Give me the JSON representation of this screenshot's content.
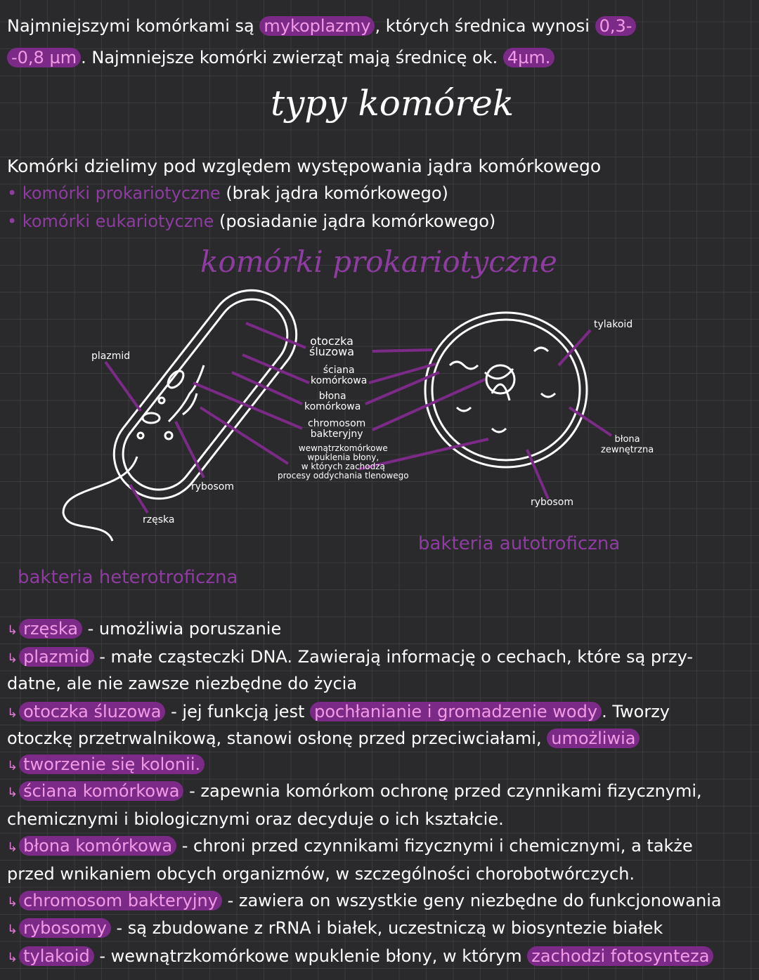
{
  "intro": [
    [
      {
        "t": "Najmniejszymi komórkami są "
      },
      {
        "t": "mykoplazmy",
        "c": "hl"
      },
      {
        "t": ", których średnica wynosi "
      },
      {
        "t": "0,3-",
        "c": "hl"
      }
    ],
    [
      {
        "t": "-0,8 µm",
        "c": "hl"
      },
      {
        "t": ". Najmniejsze komórki zwierząt mają średnicę ok. "
      },
      {
        "t": "4µm.",
        "c": "hl"
      }
    ]
  ],
  "title": "typy komórek",
  "division": {
    "sentence": "Komórki dzielimy pod względem występowania jądra komórkowego",
    "bullets": [
      [
        {
          "t": "• komórki prokariotyczne",
          "c": "pu"
        },
        {
          "t": " (brak jądra komórkowego)"
        }
      ],
      [
        {
          "t": "• komórki eukariotyczne",
          "c": "pu"
        },
        {
          "t": " (posiadanie jądra komórkowego)"
        }
      ]
    ]
  },
  "section_title": "komórki prokariotyczne",
  "diagram": {
    "labels": {
      "plazmid": "plazmid",
      "otoczka": "otoczka\nśluzowa",
      "sciana": "ściana\nkomórkowa",
      "blona": "błona\nkomórkowa",
      "chromosom": "chromosom\nbakteryjny",
      "wpuklenia": "wewnątrzkomórkowe\nwpuklenia błony,\nw których zachodzą\nprocesy oddychania tlenowego",
      "rybosom_left": "rybosom",
      "rzeska": "rzęska",
      "tylakoid": "tylakoid",
      "blona_zew": "błona\nzewnętrzna",
      "rybosom_right": "rybosom"
    },
    "caption_left": "bakteria heterotroficzna",
    "caption_right": "bakteria autotroficzna",
    "line_color": "#7b2a87"
  },
  "notes": [
    [
      {
        "t": "rzęska",
        "c": "hl"
      },
      {
        "t": " - umożliwia poruszanie"
      }
    ],
    [
      {
        "t": "plazmid",
        "c": "hl"
      },
      {
        "t": " - małe cząsteczki DNA. Zawierają informację o cechach, które są przy-"
      }
    ],
    [
      {
        "t": "datne, ale nie zawsze niezbędne do życia"
      }
    ],
    [
      {
        "t": "otoczka śluzowa",
        "c": "hl"
      },
      {
        "t": " - jej funkcją jest "
      },
      {
        "t": "pochłanianie i gromadzenie wody",
        "c": "hl"
      },
      {
        "t": ". Tworzy"
      }
    ],
    [
      {
        "t": "otoczkę przetrwalnikową, stanowi osłonę przed przeciwciałami, "
      },
      {
        "t": "umożliwia",
        "c": "hl"
      }
    ],
    [
      {
        "t": "tworzenie się kolonii.",
        "c": "hl"
      }
    ],
    [
      {
        "t": "ściana komórkowa",
        "c": "hl"
      },
      {
        "t": " - zapewnia komórkom ochronę przed czynnikami fizycznymi,"
      }
    ],
    [
      {
        "t": "chemicznymi i biologicznymi oraz decyduje o ich kształcie."
      }
    ],
    [
      {
        "t": "błona komórkowa",
        "c": "hl"
      },
      {
        "t": " - chroni przed czynnikami fizycznymi i chemicznymi, a także"
      }
    ],
    [
      {
        "t": "przed wnikaniem obcych organizmów, w szczególności chorobotwórczych."
      }
    ],
    [
      {
        "t": "chromosom bakteryjny",
        "c": "hl"
      },
      {
        "t": " - zawiera on wszystkie geny niezbędne do funkcjonowania"
      }
    ],
    [
      {
        "t": "rybosomy",
        "c": "hl"
      },
      {
        "t": " - są zbudowane z rRNA i białek, uczestniczą w biosyntezie białek"
      }
    ],
    [
      {
        "t": "tylakoid",
        "c": "hl"
      },
      {
        "t": " - wewnątrzkomórkowe wpuklenie błony, w którym "
      },
      {
        "t": "zachodzi fotosynteza",
        "c": "hl"
      }
    ]
  ],
  "note_arrow": "↳"
}
